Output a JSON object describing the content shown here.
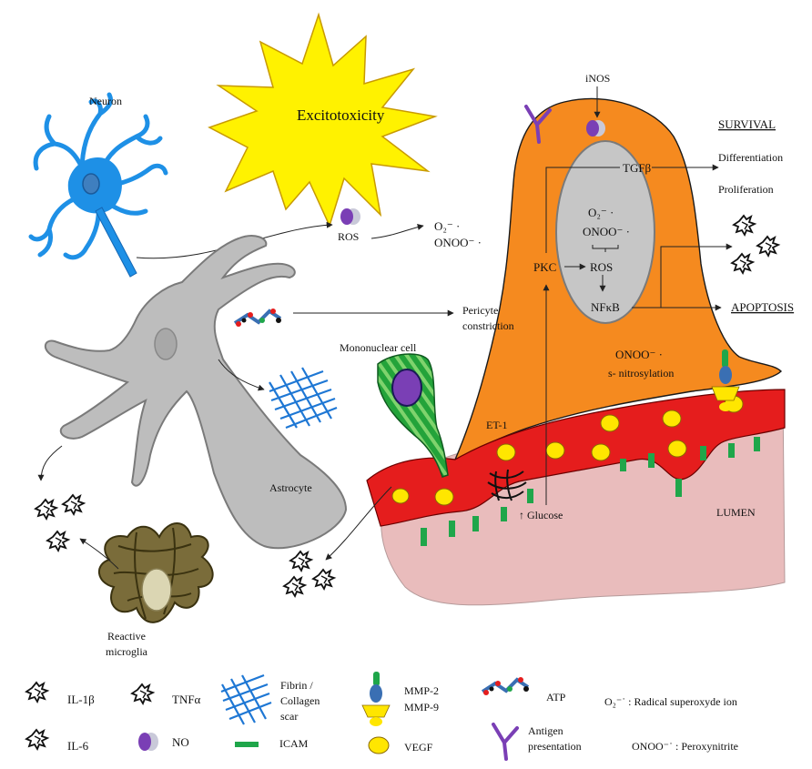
{
  "labels": {
    "neuron": "Neuron",
    "excitotoxicity": "Excitotoxicity",
    "ros": "ROS",
    "o2_top": "O₂⁻ ·",
    "onoo_top": "ONOO⁻ ·",
    "pericyte_constriction_1": "Pericyte",
    "pericyte_constriction_2": "constriction",
    "mononuclear_cell": "Mononuclear  cell",
    "astrocyte": "Astrocyte",
    "reactive_microglia_1": "Reactive",
    "reactive_microglia_2": "microglia",
    "inos": "iNOS",
    "tgfb": "TGFβ",
    "pkc": "PKC",
    "o2_nucleus": "O₂⁻ ·",
    "onoo_nucleus": "ONOO⁻ ·",
    "ros_nucleus": "ROS",
    "nfkb": "NFκB",
    "onoo_cell": "ONOO⁻ ·",
    "s_nitrosylation": "s- nitrosylation",
    "et1": "ET-1",
    "glucose": "↑ Glucose",
    "lumen": "LUMEN",
    "survival": "SURVIVAL",
    "differentiation": "Differentiation",
    "proliferation": "Proliferation",
    "apoptosis": "APOPTOSIS"
  },
  "legend": {
    "il1b": "IL-1β",
    "il6": "IL-6",
    "tnfa": "TNFα",
    "no": "NO",
    "fibrin_1": "Fibrin /",
    "fibrin_2": "Collagen",
    "fibrin_3": "scar",
    "icam": "ICAM",
    "mmp2": "MMP-2",
    "mmp9": "MMP-9",
    "vegf": "VEGF",
    "atp": "ATP",
    "antigen_1": "Antigen",
    "antigen_2": "presentation",
    "o2_def": "O₂⁻˙ : Radical superoxyde ion",
    "onoo_def": "ONOO⁻˙ : Peroxynitrite"
  },
  "colors": {
    "pericyte": "#f58a1f",
    "vessel": "#e51d1d",
    "lumen": "#e9bcbc",
    "nucleus": "#c6c6c6",
    "vegf": "#ffe600",
    "icam": "#1fa64a",
    "neuron": "#1e90e6",
    "astrocyte": "#bdbdbd",
    "microglia": "#7a6c3a",
    "mononuclear": "#23a33a",
    "no": "#7a3fb5",
    "antigen": "#7a3fb5",
    "sun": "#fff200"
  }
}
